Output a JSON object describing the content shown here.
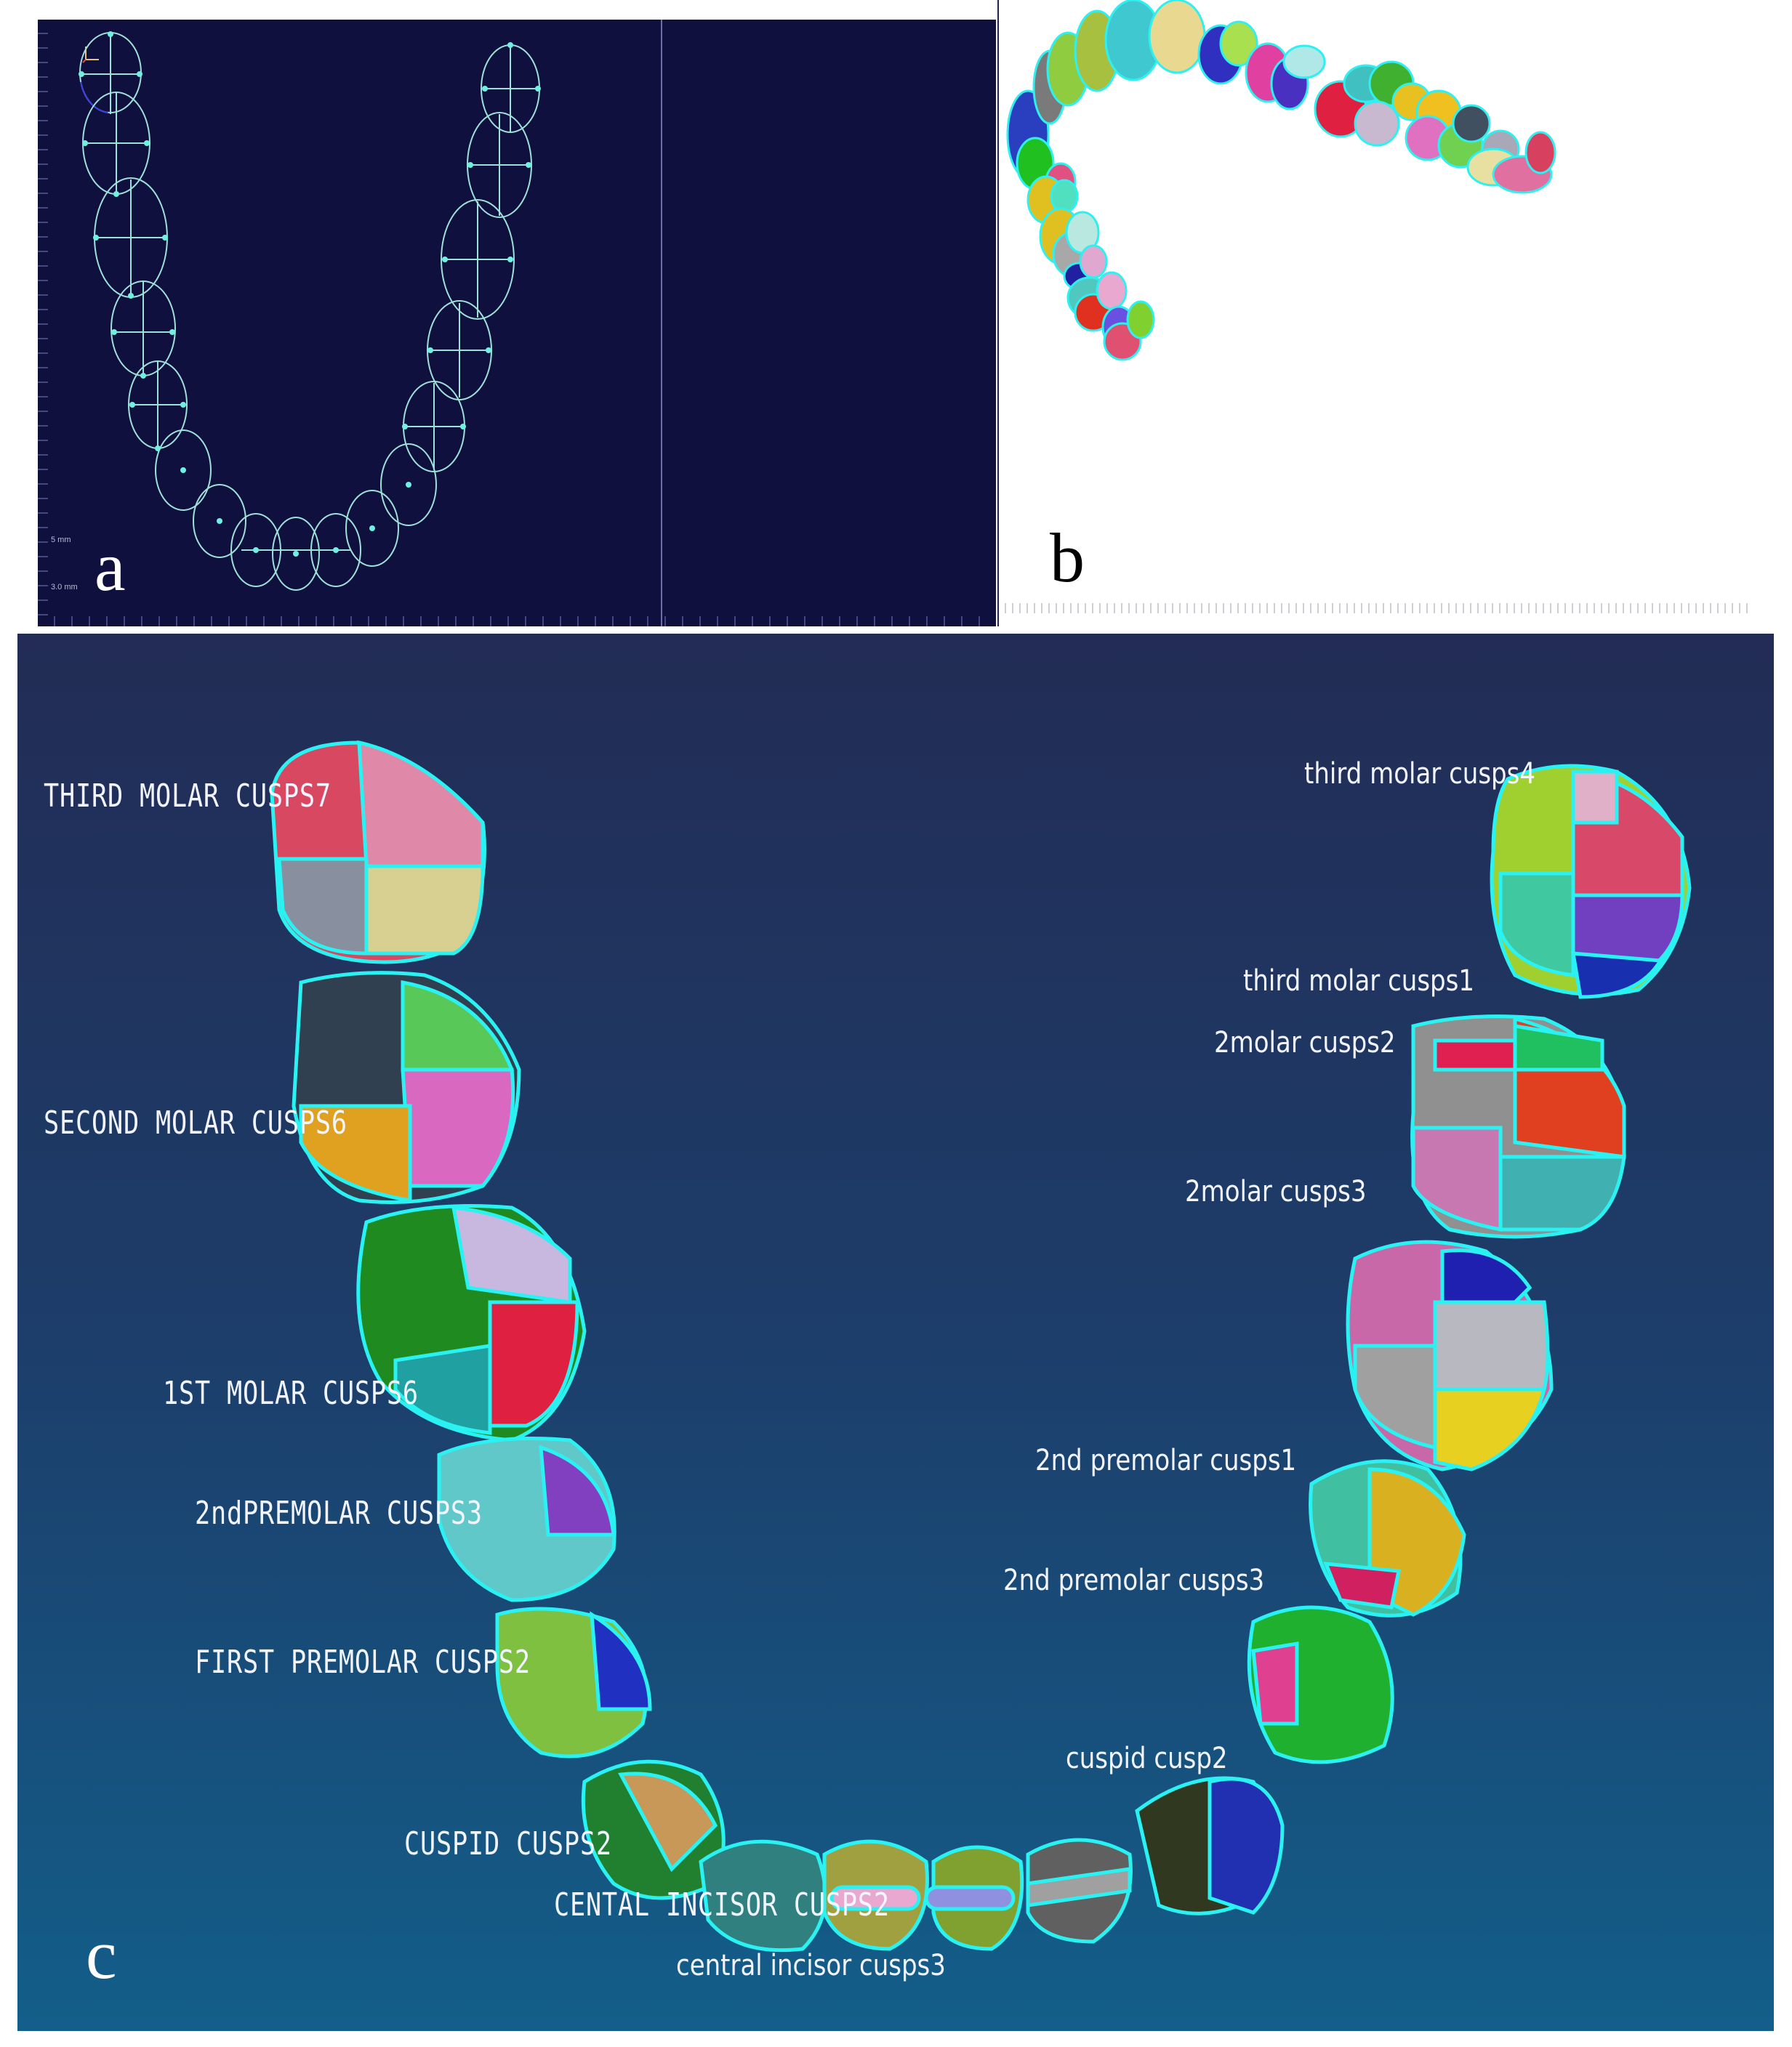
{
  "figure": {
    "panels": [
      {
        "id": "a",
        "letter": "a",
        "description": "Wireframe cusp boundary curves on dark navy background",
        "scale_labels": [
          "5 mm",
          "3.0 mm"
        ],
        "background": "#10103f",
        "curve_color": "#7fe8d8"
      },
      {
        "id": "b",
        "letter": "b",
        "description": "3D colored cusp surface model of dental arch",
        "background": "#ffffff"
      },
      {
        "id": "c",
        "letter": "c",
        "description": "Occlusal view of arch with labeled cusp surfaces",
        "background_top": "#222c55",
        "background_bottom": "#135e8a",
        "outline_color": "#22f0f0"
      }
    ]
  },
  "labels_c": {
    "left": [
      {
        "text": "THIRD MOLAR CUSPS7"
      },
      {
        "text": "SECOND MOLAR CUSPS6"
      },
      {
        "text": "1ST MOLAR CUSPS6"
      },
      {
        "text": "2ndPREMOLAR CUSPS3"
      },
      {
        "text": "FIRST PREMOLAR CUSPS2"
      },
      {
        "text": "CUSPID CUSPS2"
      },
      {
        "text": "CENTAL INCISOR CUSPS2"
      }
    ],
    "right": [
      {
        "text": "third molar cusps4"
      },
      {
        "text": "third molar cusps1"
      },
      {
        "text": "2molar cusps2"
      },
      {
        "text": "2molar cusps3"
      },
      {
        "text": "2nd premolar cusps1"
      },
      {
        "text": "2nd premolar cusps3"
      },
      {
        "text": "cuspid cusp2"
      },
      {
        "text": "central incisor cusps3"
      }
    ]
  }
}
